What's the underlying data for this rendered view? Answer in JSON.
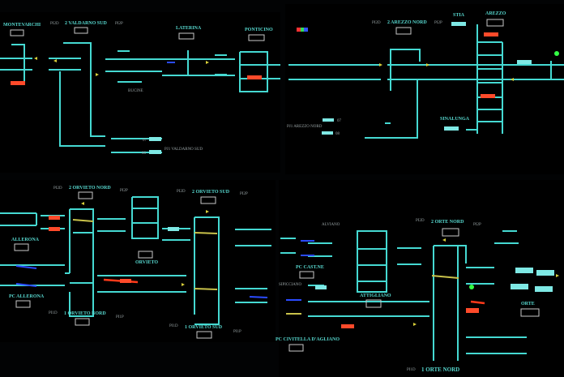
{
  "top_left_panel": {
    "stations": [
      "MONTEVARCHI",
      "LATERINA",
      "PONTICINO"
    ],
    "junction": {
      "left": "PI2D",
      "name": "2 VALDARNO SUD",
      "right": "PI2P"
    },
    "labels": {
      "bucine": "BUCINE",
      "pj1": "PJ1 VALDARNO SUD",
      "track07": "07",
      "track08": "08"
    }
  },
  "top_right_panel": {
    "junction": {
      "left": "PI2D",
      "name": "2 AREZZO NORD",
      "right": "PI2P"
    },
    "stations": [
      "STIA",
      "AREZZO",
      "SINALUNGA"
    ],
    "labels": {
      "pj1": "PJ1 AREZZO NORD",
      "track07": "07",
      "track08": "08"
    }
  },
  "bottom_left_panel": {
    "junction_top_1": {
      "left": "PI2D",
      "name": "2 ORVIETO NORD",
      "right": "PI2P"
    },
    "junction_top_2": {
      "left": "PI2D",
      "name": "2 ORVIETO SUD",
      "right": "PI2P"
    },
    "junction_bot_1": {
      "left": "PI1D",
      "name": "1 ORVIETO NORD",
      "right": "PI1P"
    },
    "junction_bot_2": {
      "left": "PI1D",
      "name": "1 ORVIETO SUD",
      "right": "PI1P"
    },
    "stations": [
      "ALLERONA",
      "ORVIETO",
      "PC ALLERONA"
    ]
  },
  "bottom_right_panel": {
    "junction_top": {
      "left": "PI2D",
      "name": "2 ORTE NORD",
      "right": "PI2P"
    },
    "junction_bot": {
      "left": "PI1D",
      "name": "1 ORTE NORD"
    },
    "stations": [
      "ALVIANO",
      "PC CAST.NE",
      "SIPICCIANO",
      "ATTIGLIANO",
      "ORTE",
      "PC CIVITELLA D'AGLIANO"
    ]
  },
  "colors": {
    "track": "#45d9d2",
    "occupied": "#ff4a2a",
    "signal": "#d8cf3a",
    "route": "#2a4bff",
    "background": "#000000"
  }
}
